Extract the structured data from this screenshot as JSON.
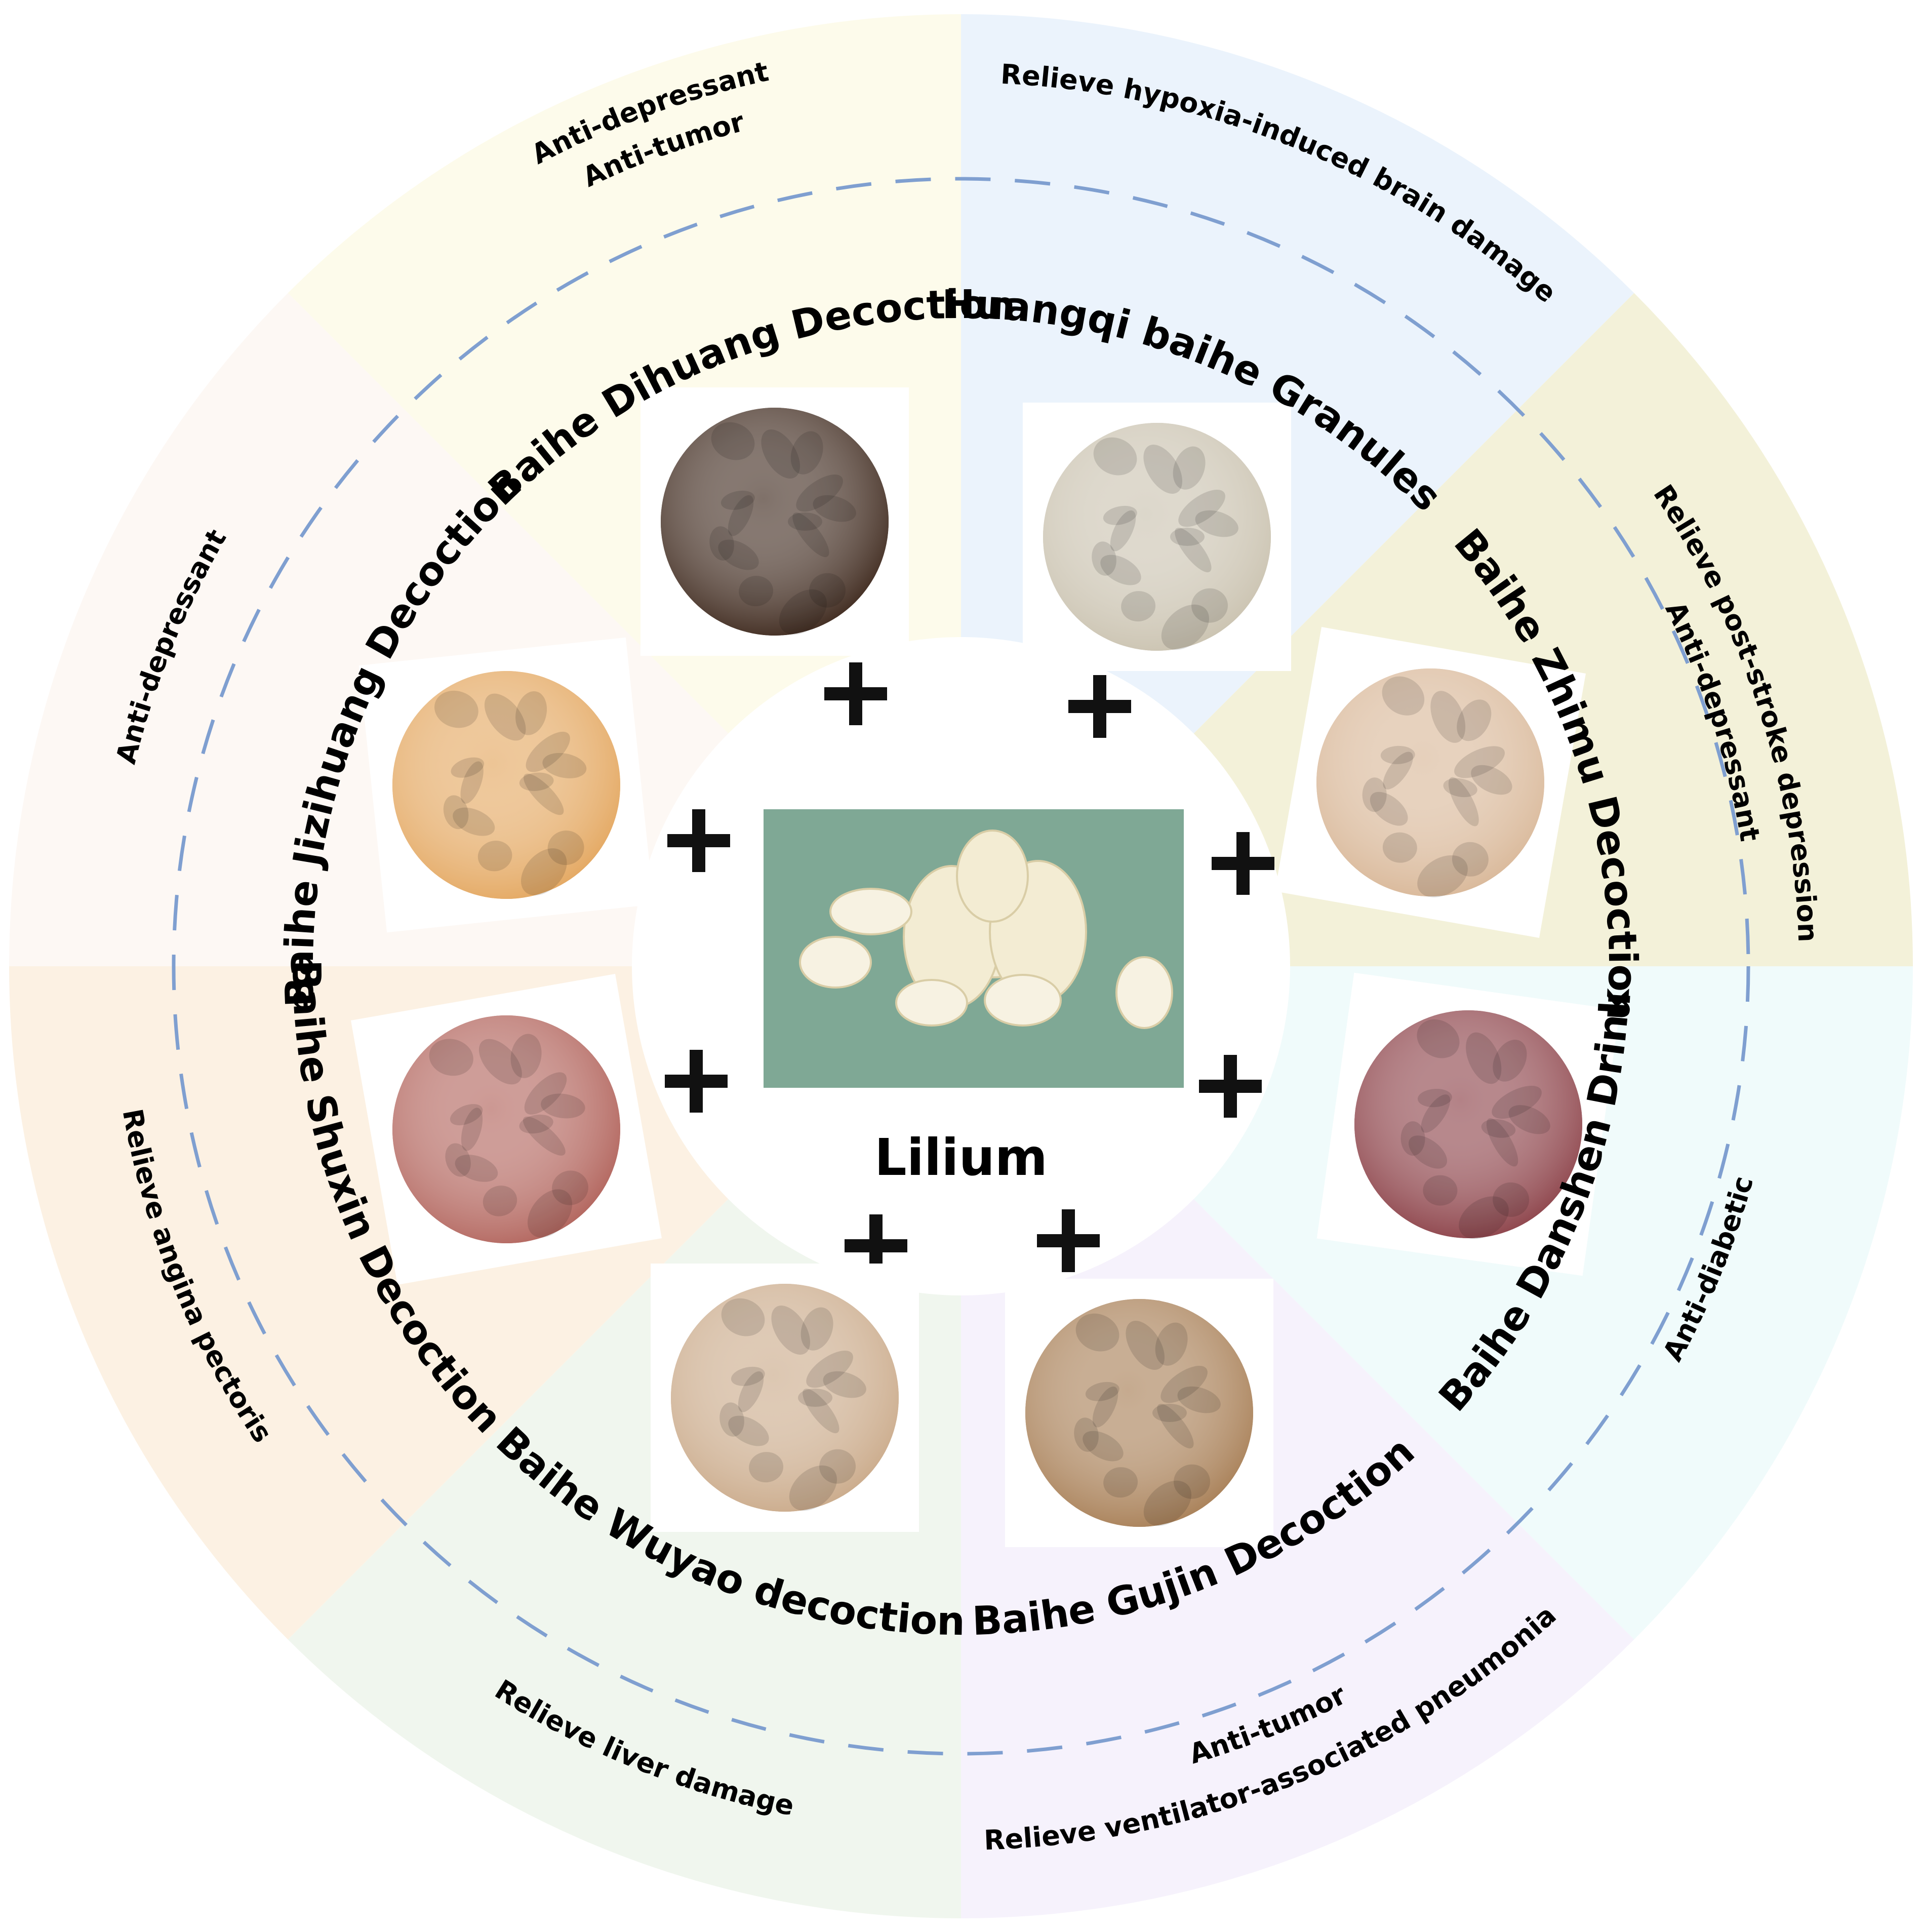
{
  "center": {
    "label": "Lilium",
    "image_icon": "lily-bulb-photo",
    "background_color": "#7fa895"
  },
  "formulas": [
    {
      "id": "dihuang",
      "name": "Baihe Dihuang Decoction",
      "effects": [
        "Anti-depressant",
        "Anti-tumor"
      ],
      "sector_color": "#fdfbeb",
      "image_icon": "dried-dihuang-root-photo",
      "image_color": "#3a2418"
    },
    {
      "id": "huangqi",
      "name": "Huangqi baihe Granules",
      "effects": [
        "Relieve hypoxia-induced brain damage"
      ],
      "sector_color": "#ebf3fc",
      "image_icon": "huangqi-slices-photo",
      "image_color": "#c9c1ae"
    },
    {
      "id": "zhimu",
      "name": "Baihe Zhimu Decoction",
      "effects": [
        "Relieve post-stroke depression",
        "Anti-depressant"
      ],
      "sector_color": "#f3f1d9",
      "image_icon": "zhimu-slices-photo",
      "image_color": "#d8b696"
    },
    {
      "id": "danshen",
      "name": "Baihe Danshen Drink",
      "effects": [
        "Anti-diabetic"
      ],
      "sector_color": "#f0fbfb",
      "image_icon": "danshen-root-photo",
      "image_color": "#8a3e45"
    },
    {
      "id": "gujin",
      "name": "Baihe Gujin Decoction",
      "effects": [
        "Anti-tumor",
        "Relieve ventilator-associated pneumonia"
      ],
      "sector_color": "#f6f2fc",
      "image_icon": "herb-sieve-tray-photo",
      "image_color": "#a67c52"
    },
    {
      "id": "wuyao",
      "name": "Baihe Wuyao decoction",
      "effects": [
        "Relieve liver damage"
      ],
      "sector_color": "#f0f6ee",
      "image_icon": "wuyao-slices-photo",
      "image_color": "#c9a887"
    },
    {
      "id": "shuxin",
      "name": "Baihe Shuxin Decoction",
      "effects": [
        "Relieve angina pectoris"
      ],
      "sector_color": "#fcf1e3",
      "image_icon": "red-soup-bowl-photo",
      "image_color": "#b06058"
    },
    {
      "id": "jizihuang",
      "name": "Baihe Jizihuang Decoction",
      "effects": [
        "Anti-depressant"
      ],
      "sector_color": "#fdf8f4",
      "image_icon": "egg-yolk-soup-bowl-photo",
      "image_color": "#e3a55c"
    }
  ],
  "connector_symbol": "+",
  "dashed_ring_color": "#7f9fd0"
}
